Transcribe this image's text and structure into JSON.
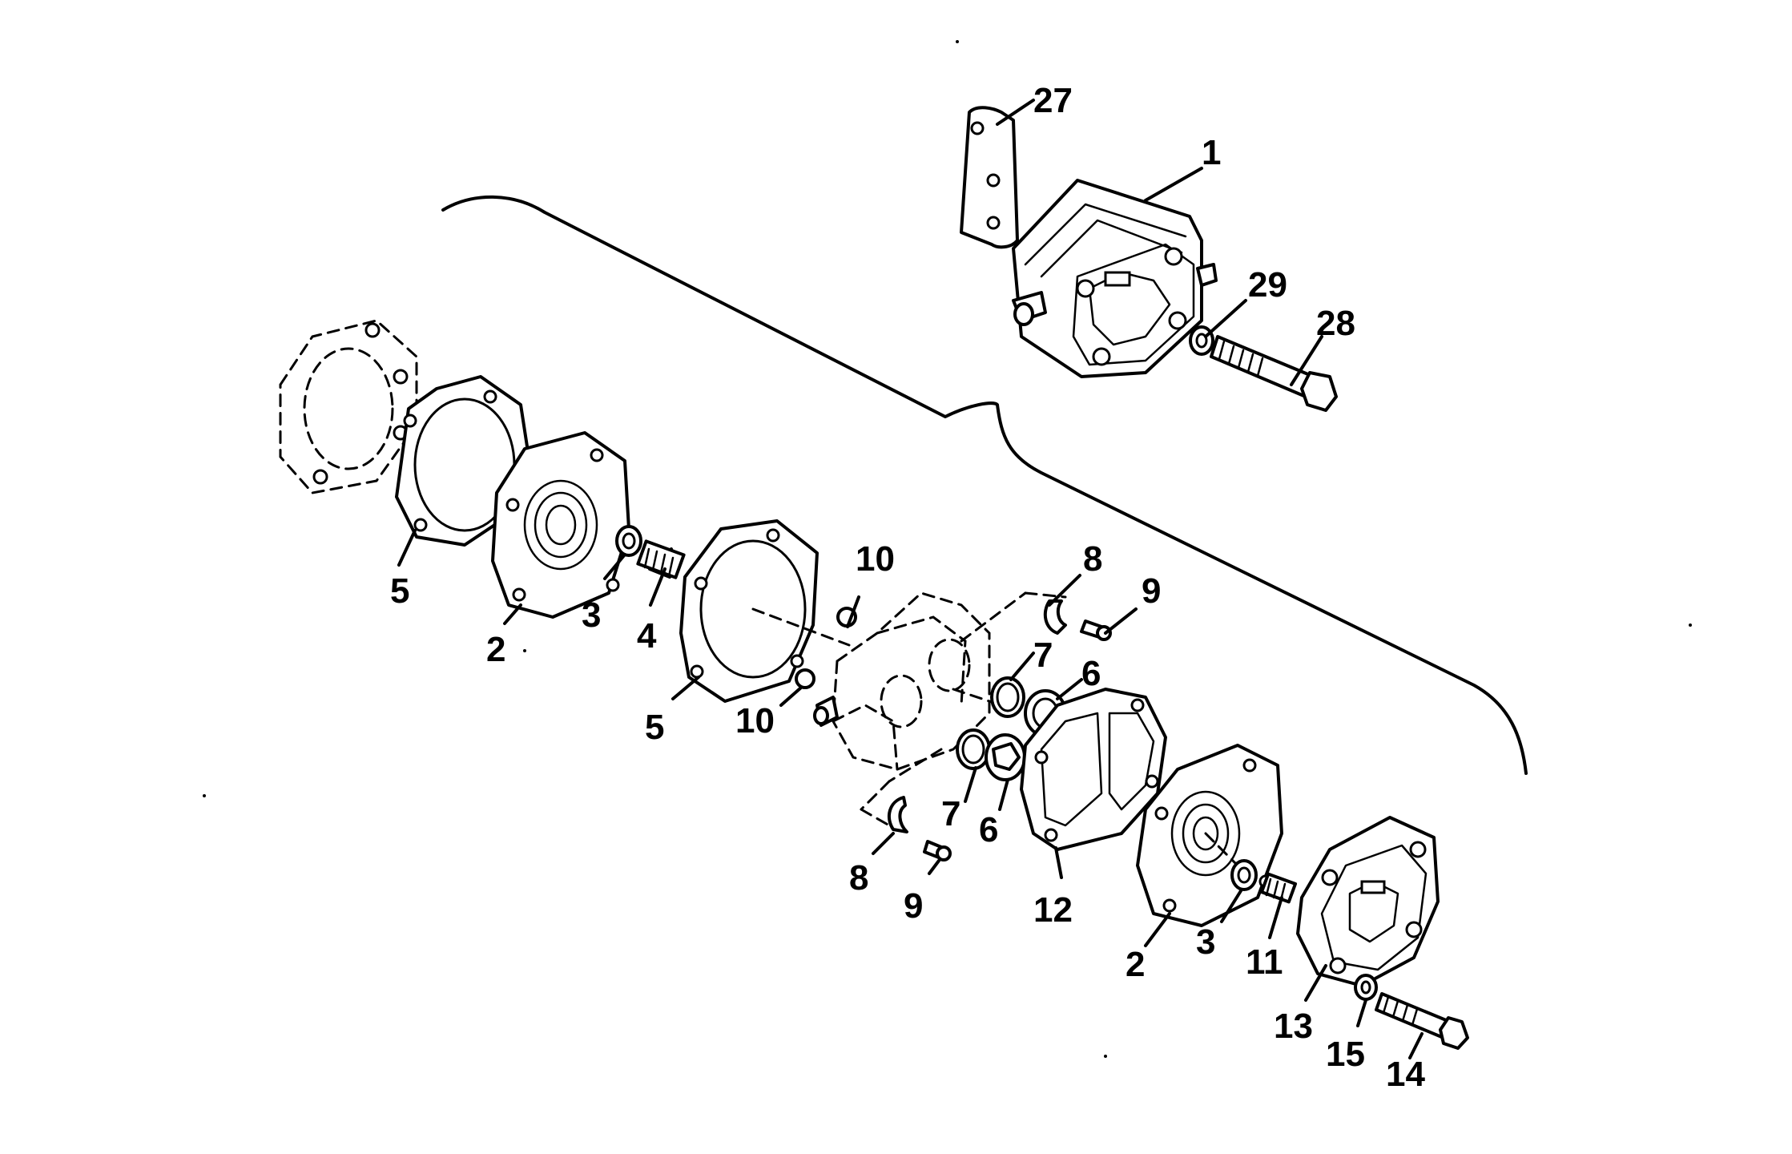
{
  "callouts": {
    "c27": "27",
    "c1": "1",
    "c29": "29",
    "c28": "28",
    "c5a": "5",
    "c2a": "2",
    "c3a": "3",
    "c4": "4",
    "c5b": "5",
    "c10a": "10",
    "c10b": "10",
    "c8a": "8",
    "c9a": "9",
    "c7a": "7",
    "c6a": "6",
    "c7b": "7",
    "c6b": "6",
    "c8b": "8",
    "c9b": "9",
    "c12": "12",
    "c2b": "2",
    "c3b": "3",
    "c11": "11",
    "c13": "13",
    "c15": "15",
    "c14": "14"
  }
}
